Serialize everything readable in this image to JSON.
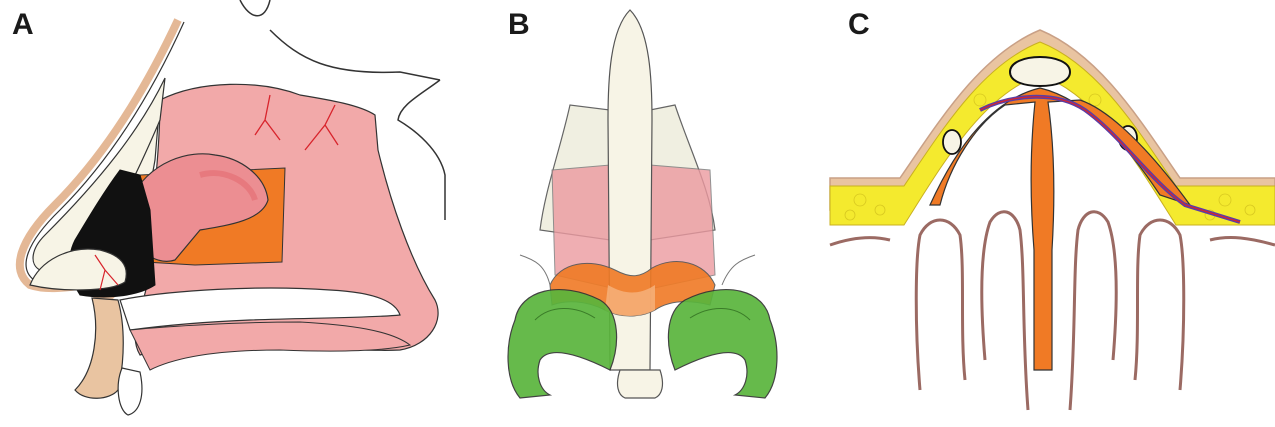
{
  "panels": [
    {
      "label": "A"
    },
    {
      "label": "B"
    },
    {
      "label": "C"
    }
  ],
  "colors": {
    "mucosa": "#f2a9a9",
    "mucosa_dark": "#e97f86",
    "cartilage": "#f7f4e6",
    "cartilage_alt": "#efeede",
    "flap_orange": "#f07a25",
    "green": "#5ab53c",
    "fat_yellow": "#f4ea2e",
    "skin": "#e9c4a1",
    "skin_border": "#c9a086",
    "vessel_red": "#d8242c",
    "vessel_blue": "#5a3ea6",
    "bone_brown": "#9b6a63",
    "black": "#111111"
  }
}
